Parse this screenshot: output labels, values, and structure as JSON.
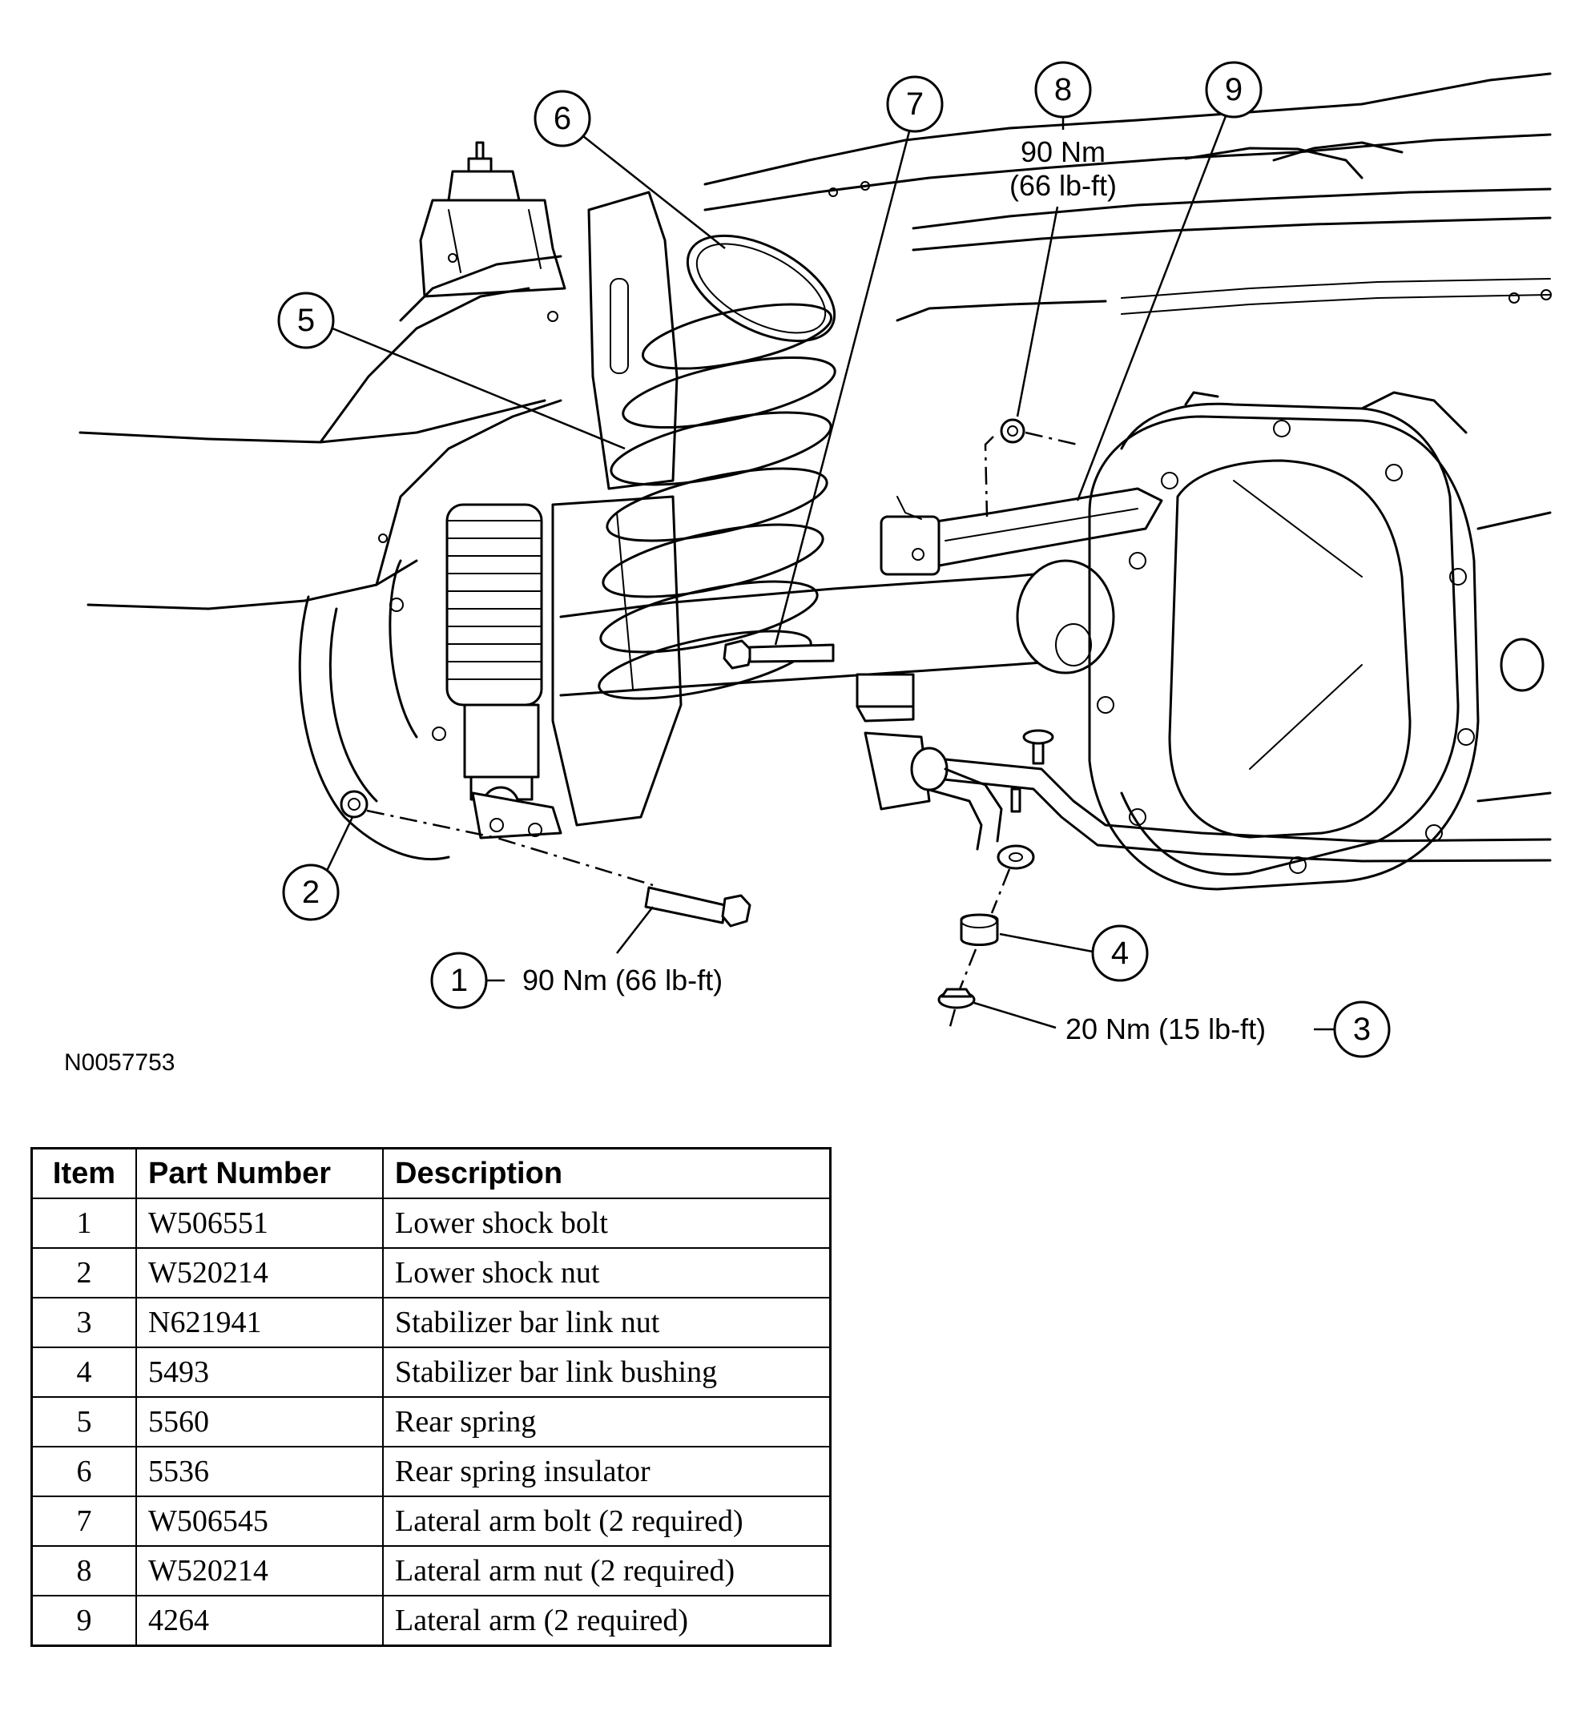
{
  "diagram": {
    "figure_id": "N0057753",
    "callouts": [
      {
        "num": "1",
        "torque": "90 Nm (66 lb-ft)"
      },
      {
        "num": "2",
        "torque": ""
      },
      {
        "num": "3",
        "torque": "20 Nm (15 lb-ft)"
      },
      {
        "num": "4",
        "torque": ""
      },
      {
        "num": "5",
        "torque": ""
      },
      {
        "num": "6",
        "torque": ""
      },
      {
        "num": "7",
        "torque": ""
      },
      {
        "num": "8",
        "torque_line1": "90 Nm",
        "torque_line2": "(66 lb-ft)"
      },
      {
        "num": "9",
        "torque": ""
      }
    ]
  },
  "table": {
    "headers": {
      "item": "Item",
      "part": "Part Number",
      "desc": "Description"
    },
    "rows": [
      {
        "item": "1",
        "part": "W506551",
        "desc": "Lower shock bolt"
      },
      {
        "item": "2",
        "part": "W520214",
        "desc": "Lower shock nut"
      },
      {
        "item": "3",
        "part": "N621941",
        "desc": "Stabilizer bar link nut"
      },
      {
        "item": "4",
        "part": "5493",
        "desc": "Stabilizer bar link bushing"
      },
      {
        "item": "5",
        "part": "5560",
        "desc": "Rear spring"
      },
      {
        "item": "6",
        "part": "5536",
        "desc": "Rear spring insulator"
      },
      {
        "item": "7",
        "part": "W506545",
        "desc": "Lateral arm bolt (2 required)"
      },
      {
        "item": "8",
        "part": "W520214",
        "desc": "Lateral arm nut (2 required)"
      },
      {
        "item": "9",
        "part": "4264",
        "desc": "Lateral arm (2 required)"
      }
    ]
  }
}
